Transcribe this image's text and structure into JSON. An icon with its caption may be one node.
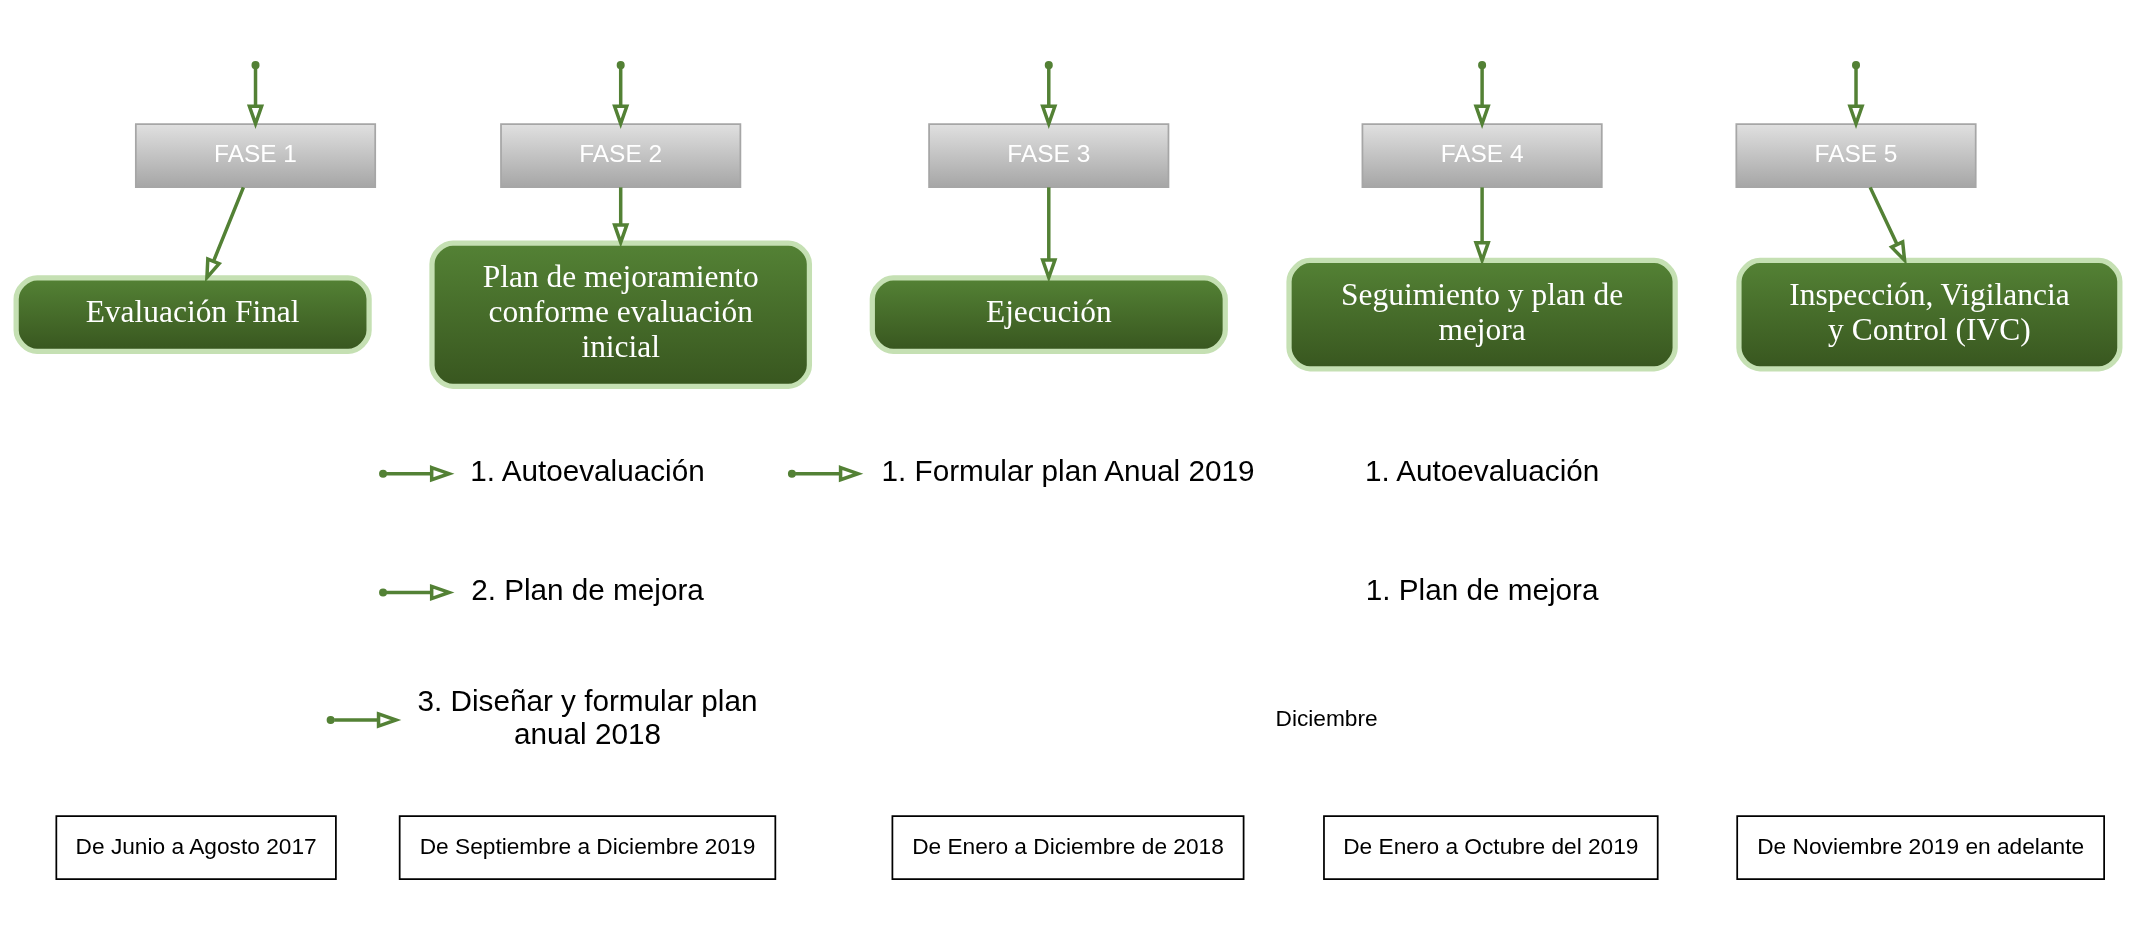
{
  "diagram": {
    "nodes": [
      {
        "text": [
          "FASE 1"
        ]
      },
      {
        "text": [
          "FASE 2"
        ]
      },
      {
        "text": [
          "FASE 3"
        ]
      },
      {
        "text": [
          "FASE 4"
        ]
      },
      {
        "text": [
          "FASE 5"
        ]
      },
      {
        "text": [
          "Evaluación Final"
        ]
      },
      {
        "text": [
          "Plan de mejoramiento conforme evaluación inicial"
        ]
      },
      {
        "text": [
          "Ejecución"
        ]
      },
      {
        "text": [
          "Seguimiento y plan de mejora"
        ]
      },
      {
        "text": [
          "Inspección, Vigilancia y Control (IVC)"
        ]
      },
      {
        "text": [
          "1. Autoevaluación"
        ]
      },
      {
        "text": [
          "2. Plan de mejora"
        ]
      },
      {
        "text": [
          "3. Diseñar y formular plan anual 2018"
        ]
      },
      {
        "text": [
          "1. Formular plan Anual 2019"
        ]
      },
      {
        "text": [
          "1. Autoevaluación"
        ]
      },
      {
        "text": [
          "1. Plan de mejora"
        ]
      },
      {
        "text": [
          "De Junio a Agosto 2017"
        ]
      },
      {
        "text": [
          "De Septiembre a Diciembre 2019"
        ]
      },
      {
        "text": [
          "De Enero a Diciembre de 2018"
        ]
      },
      {
        "text": [
          "De Enero a Octubre del 2019"
        ]
      },
      {
        "text": [
          "De Noviembre 2019 en adelante"
        ]
      }
    ],
    "edges": [
      {
        "from": null,
        "to": 0,
        "arrow": "to"
      },
      {
        "from": null,
        "to": 1,
        "arrow": "to"
      },
      {
        "from": null,
        "to": 2,
        "arrow": "to"
      },
      {
        "from": null,
        "to": 3,
        "arrow": "to"
      },
      {
        "from": null,
        "to": 4,
        "arrow": "to"
      },
      {
        "from": 0,
        "to": 5,
        "arrow": "to"
      },
      {
        "from": 1,
        "to": 6,
        "arrow": "to"
      },
      {
        "from": 2,
        "to": 7,
        "arrow": "to"
      },
      {
        "from": 3,
        "to": 8,
        "arrow": "to"
      },
      {
        "from": 4,
        "to": 9,
        "arrow": "to"
      },
      {
        "from": null,
        "to": 10,
        "arrow": "to"
      },
      {
        "from": null,
        "to": 11,
        "arrow": "to"
      },
      {
        "from": null,
        "to": 12,
        "arrow": "to"
      },
      {
        "from": null,
        "to": 13,
        "arrow": "to"
      }
    ],
    "labels": [
      "Diciembre"
    ]
  }
}
